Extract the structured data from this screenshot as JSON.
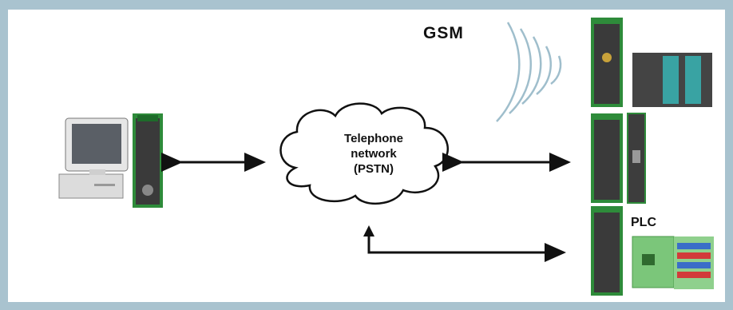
{
  "labels": {
    "gsm": "GSM",
    "plc": "PLC",
    "cloud_line1": "Telephone",
    "cloud_line2": "network",
    "cloud_line3": "(PSTN)"
  },
  "icons": [
    "computer-icon",
    "modem-icon",
    "cloud-icon",
    "antenna-waves-icon",
    "gsm-modem-icon",
    "plc-icon",
    "io-module-icon",
    "arrow-icon"
  ],
  "colors": {
    "frame": "#a9c3cf",
    "module_green": "#2e8b3a",
    "module_dark": "#333333",
    "waves": "#9fbecc",
    "plc_green": "#7bc67a"
  }
}
